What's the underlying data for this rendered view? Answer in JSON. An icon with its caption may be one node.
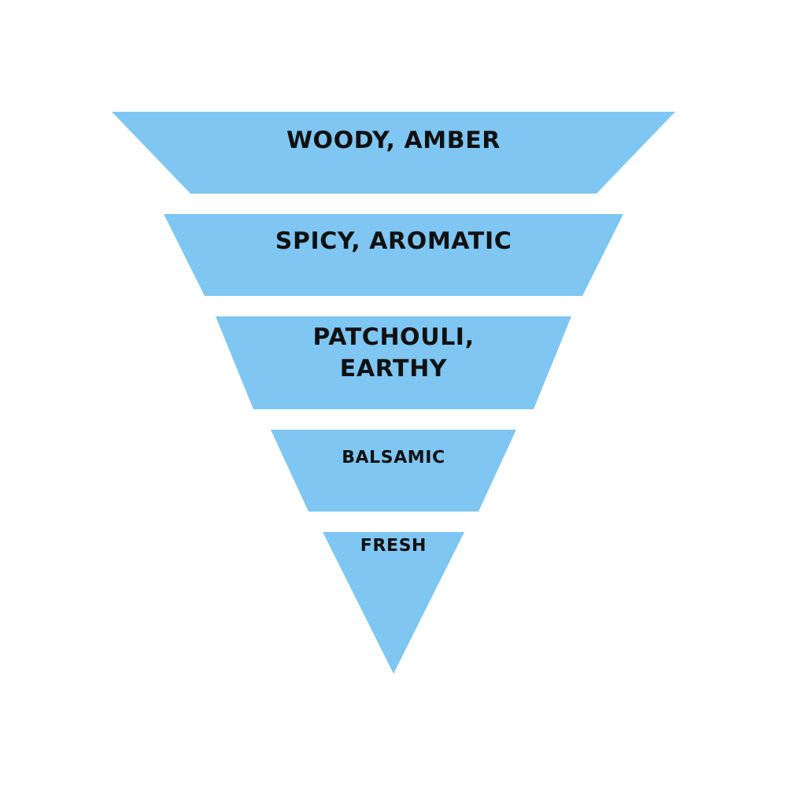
{
  "diagram": {
    "nodes": [
      {
        "text": [
          "WOODY, AMBER"
        ]
      },
      {
        "text": [
          "SPICY, AROMATIC"
        ]
      },
      {
        "text": [
          "PATCHOULI, EARTHY"
        ]
      },
      {
        "text": [
          "BALSAMIC"
        ]
      },
      {
        "text": [
          "FRESH"
        ]
      }
    ]
  }
}
